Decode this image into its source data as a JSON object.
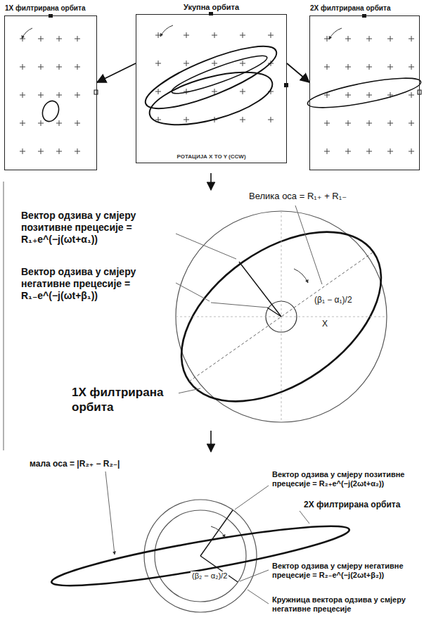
{
  "diagram": {
    "nodes": [
      {
        "text": [
          "1X филтрирана орбита"
        ]
      },
      {
        "text": [
          "Укупна орбита",
          "РОТАЦИЈА X TO Y (CCW)"
        ]
      },
      {
        "text": [
          "2X филтрирана орбита"
        ]
      }
    ],
    "edges": [
      {
        "from": 1,
        "to": 0,
        "arrow": "to"
      },
      {
        "from": 1,
        "to": 2,
        "arrow": "to"
      }
    ],
    "labels": [
      "Велика оса = R₁₊ + R₁₋",
      "Вектор одзива у смјеру позитивне прецесије = R₁₊e^(−j(ωt+α₁))",
      "Вектор одзива у смјеру негативне прецесије = R₁₋e^(−j(ωt+β₁))",
      "(β₁ − α₁)/2",
      "X",
      "1X филтрирана орбита",
      "мала оса = |R₂₊ − R₂₋|",
      "Вектор одзива у смјеру позитивне прецесије = R₂₊e^(−j(2ωt+α₂))",
      "2X филтрирана орбита",
      "(β₂ − α₂)/2",
      "Вектор одзива у смјеру негативне прецесије = R₂₋e^(−j(2ωt+β₂))",
      "Кружница вектора одзива у смјеру негативне прецесије"
    ]
  }
}
